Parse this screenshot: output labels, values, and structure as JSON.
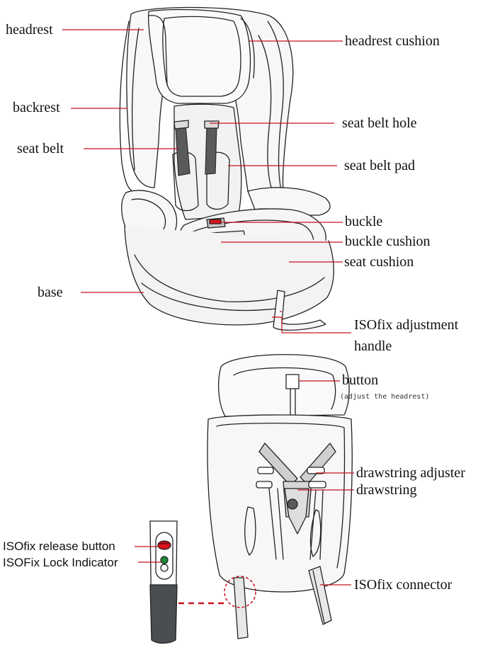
{
  "colors": {
    "leader": "#c4141c",
    "outline": "#222222",
    "belt": "#5a5a5a",
    "seat_fill": "#f5f5f5",
    "indicator_red": "#d9141c",
    "indicator_green": "#1a8a3a",
    "rail_dark": "#4a4d52"
  },
  "labels": {
    "headrest": "headrest",
    "headrest_cushion": "headrest cushion",
    "backrest": "backrest",
    "seat_belt_hole": "seat belt hole",
    "seat_belt": "seat belt",
    "seat_belt_pad": "seat belt pad",
    "buckle": "buckle",
    "buckle_cushion": "buckle cushion",
    "seat_cushion": "seat cushion",
    "base": "base",
    "isofix_adjustment_line1": "ISOfix adjustment",
    "isofix_adjustment_line2": "handle",
    "button": "button",
    "button_note": "(adjust the headrest)",
    "drawstring_adjuster": "drawstring adjuster",
    "drawstring": "drawstring",
    "isofix_release_button": "ISOfix release button",
    "isofix_lock_indicator": "ISOFix Lock Indicator",
    "isofix_connector": "ISOfix connector"
  }
}
